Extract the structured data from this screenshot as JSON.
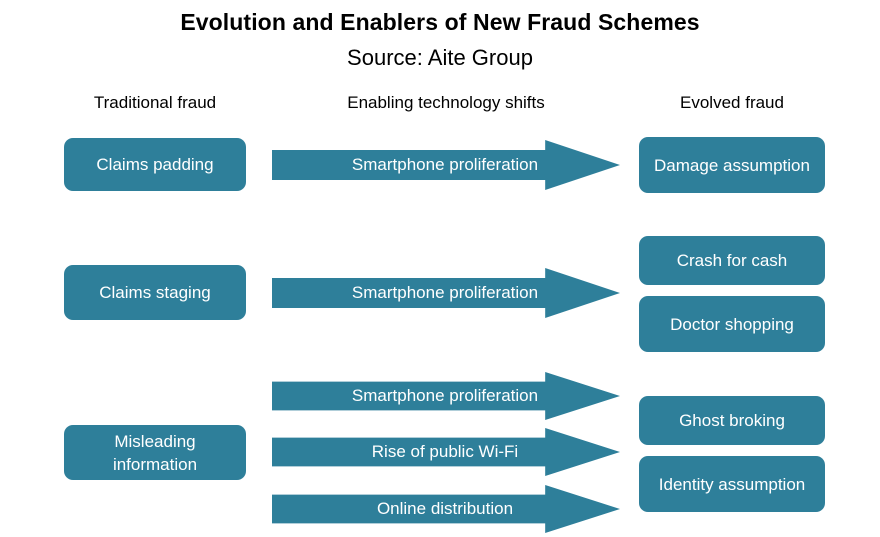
{
  "page": {
    "title": "Evolution and Enablers of New Fraud Schemes",
    "subtitle": "Source: Aite Group",
    "background_color": "#FFFFFF",
    "accent_color": "#2E7F9A",
    "text_on_accent_color": "#FFFFFF",
    "heading_color": "#000000"
  },
  "columns": [
    {
      "label": "Traditional fraud"
    },
    {
      "label": "Enabling technology shifts"
    },
    {
      "label": "Evolved fraud"
    }
  ],
  "rows": [
    {
      "traditional": "Claims padding",
      "enablers": [
        "Smartphone proliferation"
      ],
      "evolved": [
        "Damage assumption"
      ]
    },
    {
      "traditional": "Claims staging",
      "enablers": [
        "Smartphone proliferation"
      ],
      "evolved": [
        "Crash for cash",
        "Doctor shopping"
      ]
    },
    {
      "traditional": "Misleading information",
      "enablers": [
        "Smartphone proliferation",
        "Rise of public Wi-Fi",
        "Online distribution"
      ],
      "evolved": [
        "Ghost broking",
        "Identity assumption"
      ]
    }
  ]
}
